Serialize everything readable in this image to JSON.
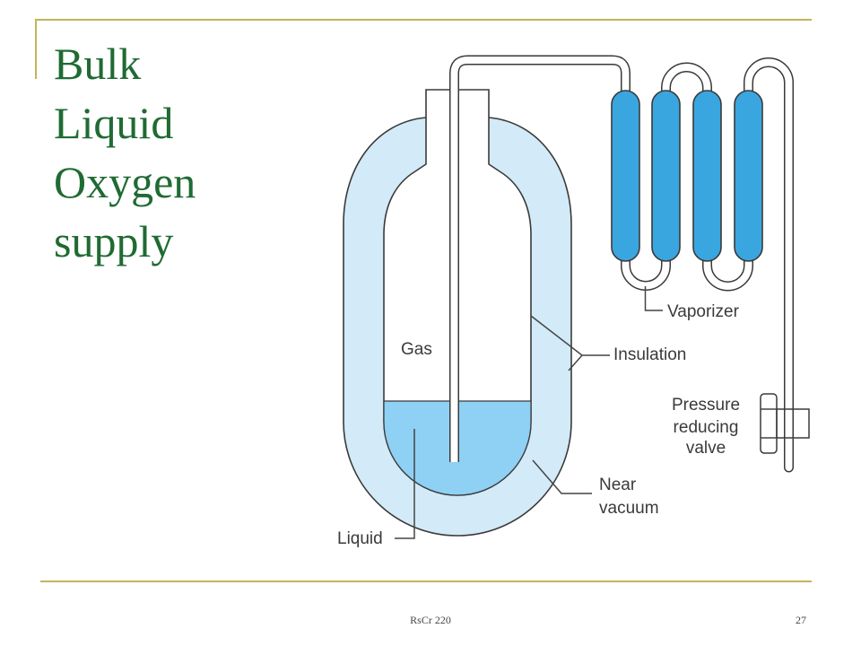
{
  "slide": {
    "title_lines": [
      "Bulk",
      "Liquid",
      "Oxygen",
      "supply"
    ],
    "footer": {
      "course": "RsCr 220",
      "page_number": "27"
    }
  },
  "diagram": {
    "labels": {
      "gas": "Gas",
      "liquid": "Liquid",
      "vaporizer": "Vaporizer",
      "insulation": "Insulation",
      "valve": [
        "Pressure",
        "reducing",
        "valve"
      ],
      "near_vacuum": [
        "Near",
        "vacuum"
      ]
    }
  },
  "colors": {
    "title": "#1F6B33",
    "rule": "#C4B35A",
    "insulation": "#D3EAF8",
    "liquid": "#8FD0F5",
    "vaporizer": "#3AA6E0",
    "outline": "#3A3A3A"
  }
}
